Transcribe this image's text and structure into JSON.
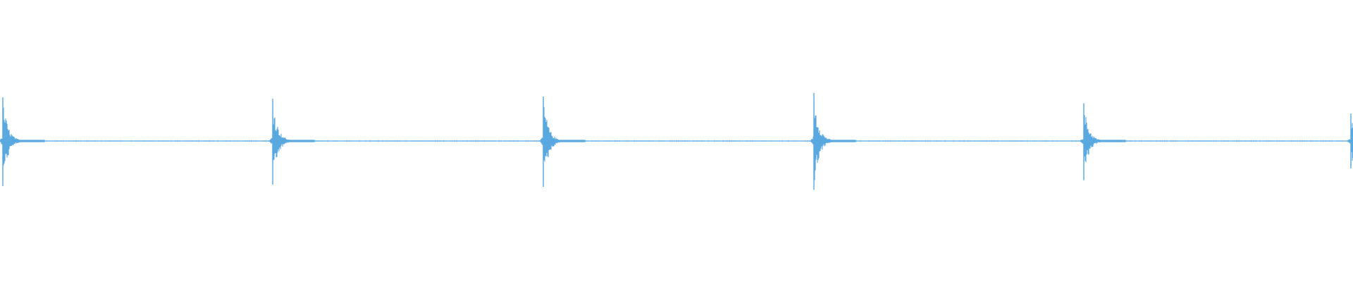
{
  "waveform": {
    "color": "#5aa8e0",
    "background": "#ffffff",
    "transients": [
      {
        "peak_up": 0.59,
        "peak_down": 0.61
      },
      {
        "peak_up": 0.57,
        "peak_down": 0.59
      },
      {
        "peak_up": 0.6,
        "peak_down": 0.62
      },
      {
        "peak_up": 0.65,
        "peak_down": 0.66
      },
      {
        "peak_up": 0.51,
        "peak_down": 0.53
      },
      {
        "peak_up": 0.37,
        "peak_down": 0.37
      }
    ],
    "baseline_noise": 0.01
  }
}
